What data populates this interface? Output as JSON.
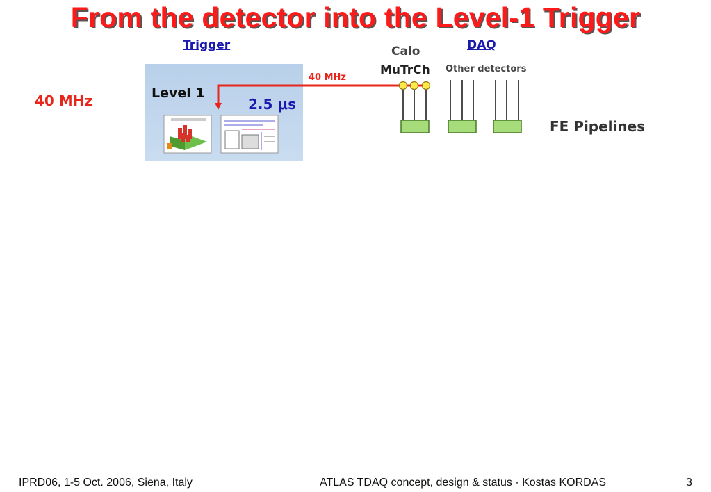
{
  "title": "From the detector into the Level-1 Trigger",
  "labels": {
    "trigger": "Trigger",
    "daq": "DAQ",
    "calo": "Calo",
    "mutrch": "MuTrCh",
    "other_detectors": "Other detectors",
    "rate_left": "40 MHz",
    "rate_line": "40 MHz",
    "level1": "Level 1",
    "latency": "2.5 μs",
    "fe_pipelines": "FE Pipelines"
  },
  "footer": {
    "left": "IPRD06, 1-5 Oct. 2006, Siena, Italy",
    "center": "ATLAS TDAQ concept, design & status - Kostas KORDAS",
    "page": "3"
  },
  "colors": {
    "title_red": "#ff1a1a",
    "signal_red": "#e8261c",
    "link_blue": "#1a1ab0",
    "pipeline_green": "#a6dc7a",
    "node_yellow": "#ffe94a",
    "level1_box": "#bcd2ec"
  }
}
